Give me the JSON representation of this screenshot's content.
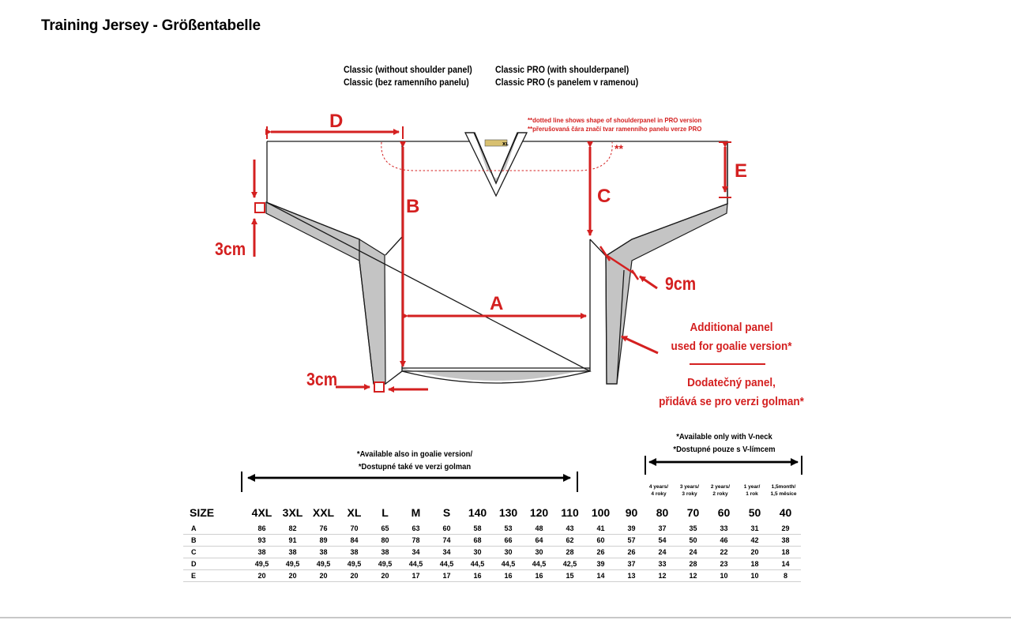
{
  "title": "Training Jersey - Größentabelle",
  "variants": {
    "classic_en": "Classic (without shoulder panel)",
    "classic_cz": "Classic (bez ramenního panelu)",
    "pro_en": "Classic PRO (with shoulderpanel)",
    "pro_cz": "Classic PRO (s panelem v ramenou)"
  },
  "notes": {
    "dotted_en": "**dotted line shows shape of shoulderpanel in PRO version",
    "dotted_cz": "**přerušovaná čára značí tvar ramenního panelu verze PRO",
    "stars": "**",
    "panel_en_1": "Additional panel",
    "panel_en_2": "used for goalie version*",
    "panel_cz_1": "Dodatečný panel,",
    "panel_cz_2": "přidává se pro verzi golman*",
    "goalie_en": "*Available also in goalie version/",
    "goalie_cz": "*Dostupné také ve verzi golman",
    "vneck_en": "*Available only with V-neck",
    "vneck_cz": "*Dostupné pouze s V-límcem"
  },
  "labels": {
    "A": "A",
    "B": "B",
    "C": "C",
    "D": "D",
    "E": "E",
    "cm3_sleeve": "3cm",
    "cm3_cuff": "3cm",
    "cm9": "9cm",
    "logo": "XL"
  },
  "colors": {
    "red": "#d42020",
    "panel_grey": "#c4c4c4",
    "outline": "#1a1a1a"
  },
  "age_headers": [
    {
      "line1": "4 years/",
      "line2": "4 roky"
    },
    {
      "line1": "3 years/",
      "line2": "3 roky"
    },
    {
      "line1": "2 years/",
      "line2": "2 roky"
    },
    {
      "line1": "1 year/",
      "line2": "1 rok"
    },
    {
      "line1": "1,5month/",
      "line2": "1,5 měsíce"
    }
  ],
  "size_table": {
    "header_label": "SIZE",
    "sizes": [
      "4XL",
      "3XL",
      "XXL",
      "XL",
      "L",
      "M",
      "S",
      "140",
      "130",
      "120",
      "110",
      "100",
      "90",
      "80",
      "70",
      "60",
      "50",
      "40"
    ],
    "rows": [
      {
        "label": "A",
        "values": [
          "86",
          "82",
          "76",
          "70",
          "65",
          "63",
          "60",
          "58",
          "53",
          "48",
          "43",
          "41",
          "39",
          "37",
          "35",
          "33",
          "31",
          "29"
        ]
      },
      {
        "label": "B",
        "values": [
          "93",
          "91",
          "89",
          "84",
          "80",
          "78",
          "74",
          "68",
          "66",
          "64",
          "62",
          "60",
          "57",
          "54",
          "50",
          "46",
          "42",
          "38"
        ]
      },
      {
        "label": "C",
        "values": [
          "38",
          "38",
          "38",
          "38",
          "38",
          "34",
          "34",
          "30",
          "30",
          "30",
          "28",
          "26",
          "26",
          "24",
          "24",
          "22",
          "20",
          "18"
        ]
      },
      {
        "label": "D",
        "values": [
          "49,5",
          "49,5",
          "49,5",
          "49,5",
          "49,5",
          "44,5",
          "44,5",
          "44,5",
          "44,5",
          "44,5",
          "42,5",
          "39",
          "37",
          "33",
          "28",
          "23",
          "18",
          "14"
        ]
      },
      {
        "label": "E",
        "values": [
          "20",
          "20",
          "20",
          "20",
          "20",
          "17",
          "17",
          "16",
          "16",
          "16",
          "15",
          "14",
          "13",
          "12",
          "12",
          "10",
          "10",
          "8"
        ]
      }
    ]
  }
}
